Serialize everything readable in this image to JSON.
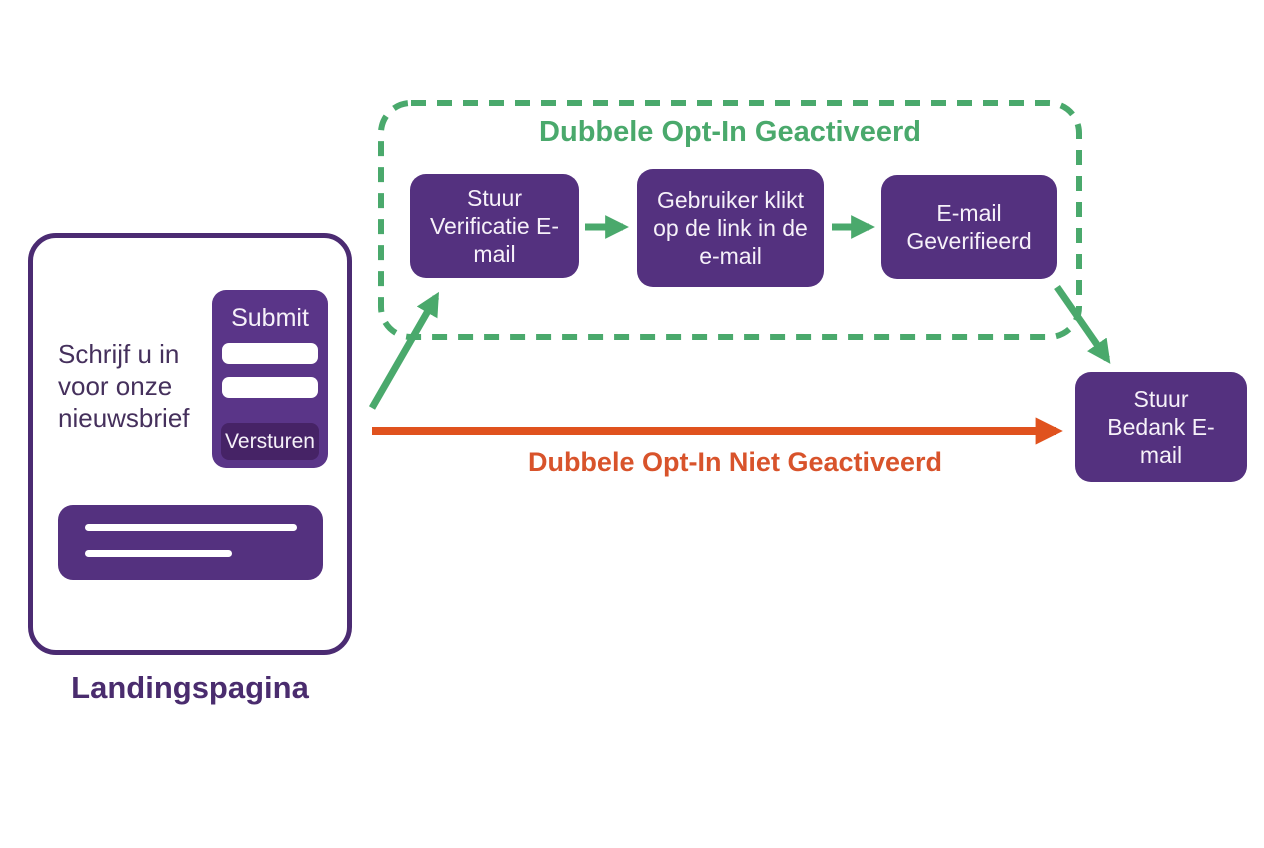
{
  "landing": {
    "heading": "Schrijf u in voor onze nieuwsbrief",
    "label": "Landingspagina",
    "form": {
      "title": "Submit",
      "button": "Versturen"
    }
  },
  "optin": {
    "title": "Dubbele Opt-In Geactiveerd",
    "steps": [
      "Stuur Verificatie E-mail",
      "Gebruiker klikt op de link in de e-mail",
      "E-mail Geverifieerd"
    ]
  },
  "no_optin_label": "Dubbele Opt-In Niet Geactiveerd",
  "bedank": "Stuur Bedank E-mail",
  "colors": {
    "box_purple": "#54317F",
    "button_purple_dark": "#462366",
    "card_border_purple": "#4B2B72",
    "heading_text_purple": "#45305C",
    "green": "#4AA96C",
    "orange": "#E0521E",
    "orange_label": "#D8532B"
  }
}
